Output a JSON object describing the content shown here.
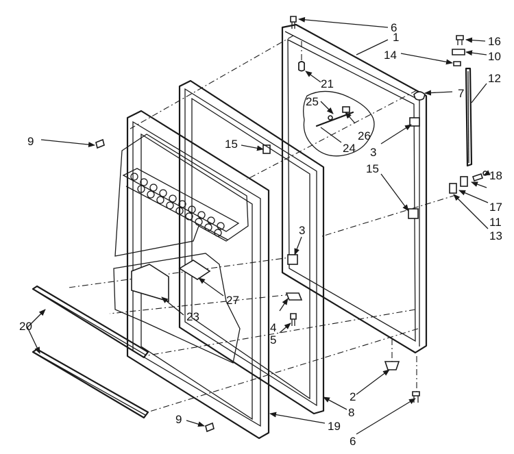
{
  "callouts": {
    "c1": "1",
    "c2": "2",
    "c3a": "3",
    "c3b": "3",
    "c4": "4",
    "c5": "5",
    "c6a": "6",
    "c6b": "6",
    "c7": "7",
    "c8": "8",
    "c9a": "9",
    "c9b": "9",
    "c10": "10",
    "c11": "11",
    "c12": "12",
    "c13": "13",
    "c14": "14",
    "c15a": "15",
    "c15b": "15",
    "c16": "16",
    "c17": "17",
    "c18": "18",
    "c19": "19",
    "c20": "20",
    "c21": "21",
    "c23": "23",
    "c24": "24",
    "c25": "25",
    "c26": "26",
    "c27": "27"
  }
}
